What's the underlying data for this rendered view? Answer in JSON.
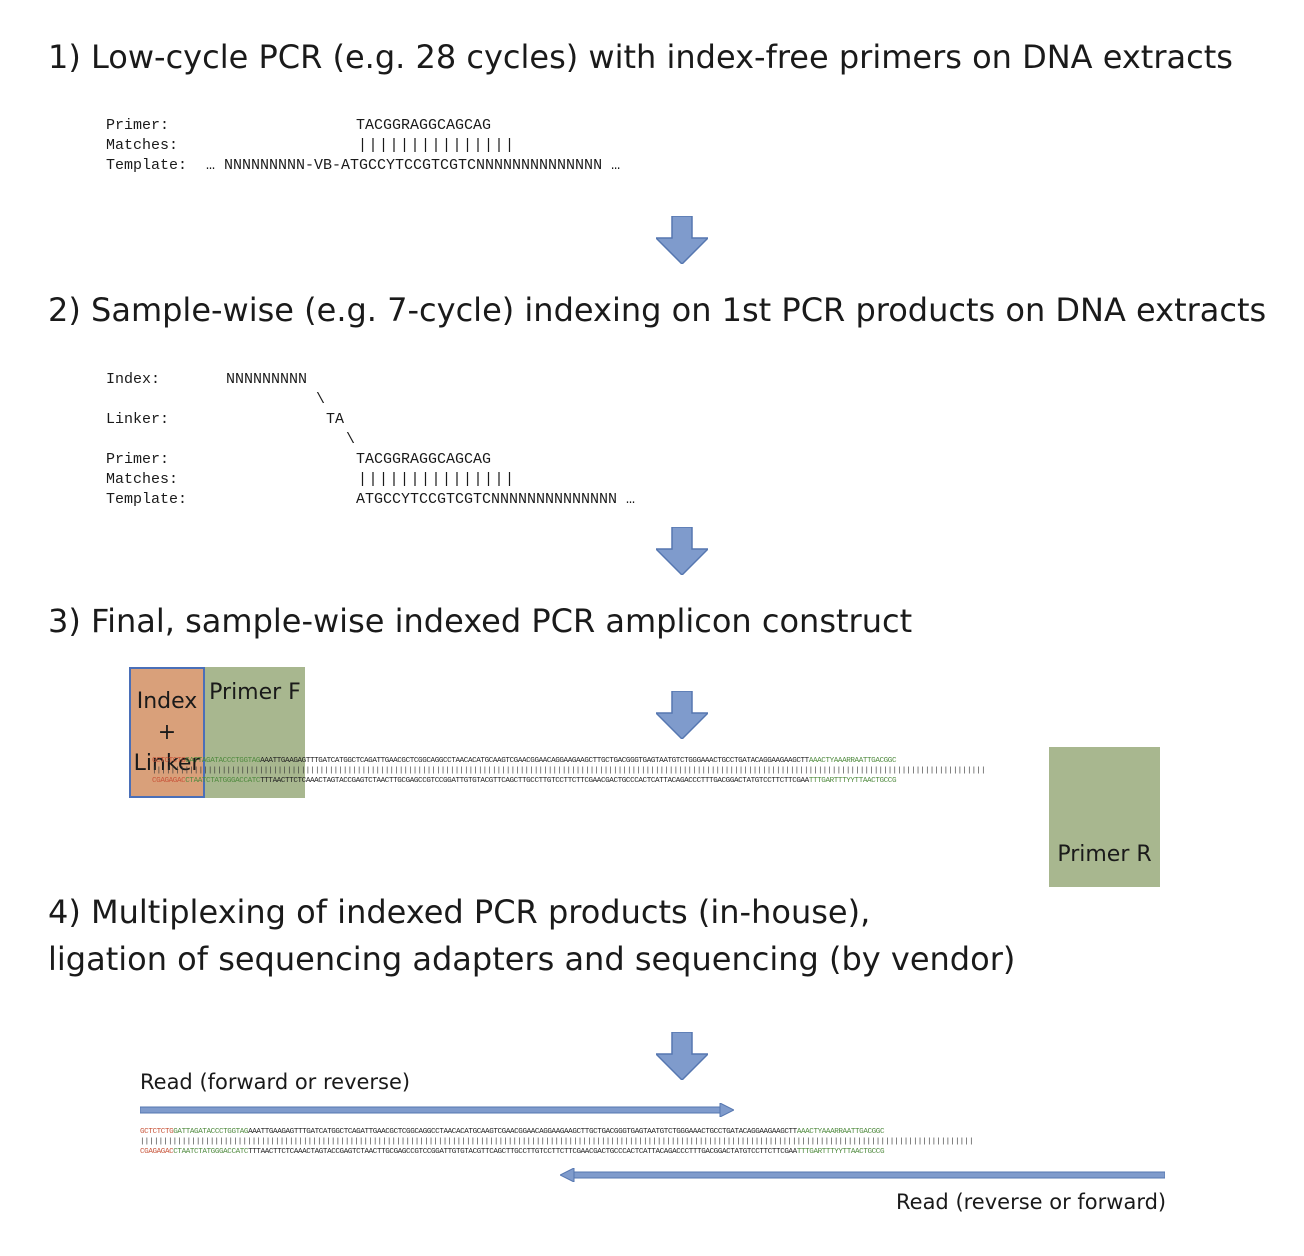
{
  "steps": {
    "step1": {
      "title": "1) Low-cycle PCR (e.g. 28 cycles) with index-free primers on DNA extracts"
    },
    "step2": {
      "title": "2) Sample-wise (e.g. 7-cycle) indexing on 1st PCR products on DNA extracts"
    },
    "step3": {
      "title": "3) Final, sample-wise indexed PCR amplicon construct"
    },
    "step4": {
      "title_line1": "4) Multiplexing of indexed PCR products (in-house),",
      "title_line2": "ligation of sequencing adapters and sequencing (by vendor)"
    }
  },
  "alignment1": {
    "primer_label": "Primer:",
    "primer_seq": "TACGGRAGGCAGCAG",
    "matches_label": "Matches:",
    "matches_bars": "|||||||||||||||",
    "template_label": "Template:",
    "template_seq": "… NNNNNNNNN-VB-ATGCCYTCCGTCGTCNNNNNNNNNNNNNN …"
  },
  "alignment2": {
    "index_label": "Index:",
    "index_seq": "NNNNNNNNN",
    "linker_label": "Linker:",
    "linker_seq": "TA",
    "connector": "\\",
    "primer_label": "Primer:",
    "primer_seq": "TACGGRAGGCAGCAG",
    "matches_label": "Matches:",
    "matches_bars": "|||||||||||||||",
    "template_label": "Template:",
    "template_seq": "ATGCCYTCCGTCGTCNNNNNNNNNNNNNN …"
  },
  "construct": {
    "index_line1": "Index",
    "index_line2": "+",
    "index_line3": "Linker",
    "primer_f": "Primer F",
    "primer_r": "Primer R",
    "top": {
      "index": "GCTCTCTG",
      "primer_f": "GATTAGATACCCTGGTAG",
      "body": "AAATTGAAGAGTTTGATCATGGCTCAGATTGAACGCTCGGCAGGCCTAACACATGCAAGTCGAACGGAACAGGAAGAAGCTTGCTGACGGGTGAGTAATGTCTGGGAAACTGCCTGATACAGGAAGAAGCTT",
      "primer_r": "AAACTYAAARRAATTGACGGC"
    },
    "bottom": {
      "index": "CGAGAGAC",
      "primer_f": "CTAATCTATGGGACCATC",
      "body": "TTTAACTTCTCAAACTAGTACCGAGTCTAACTTGCGAGCCGTCCGGATTGTGTACGTTCAGCTTGCCTTGTCCTTCTTCGAACGACTGCCCACTCATTACAGACCCTTTGACGGACTATGTCCTTCTTCGAA",
      "primer_r": "TTTGARTTTYYTTAACTGCCG"
    }
  },
  "reads": {
    "forward_label": "Read (forward or reverse)",
    "reverse_label": "Read (reverse or forward)"
  },
  "colors": {
    "arrow_fill": "#7f9bcc",
    "arrow_stroke": "#5677b0",
    "index_box": "#d9a07a",
    "primer_box": "#a8b78f",
    "index_seq": "#c8553a",
    "primer_seq": "#4f8a3e"
  }
}
